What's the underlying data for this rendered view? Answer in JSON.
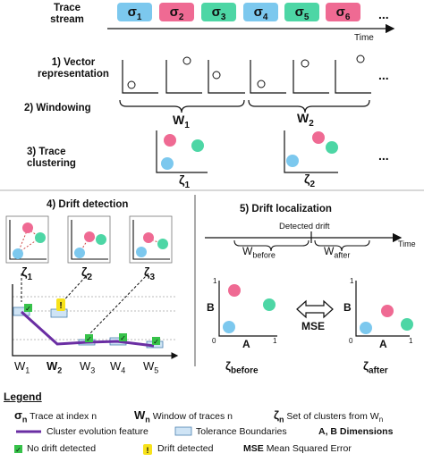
{
  "trace_stream": {
    "label_line1": "Trace",
    "label_line2": "stream",
    "tokens": [
      {
        "base": "σ",
        "sub": "1",
        "color": "#7cc8ee"
      },
      {
        "base": "σ",
        "sub": "2",
        "color": "#ef6a93"
      },
      {
        "base": "σ",
        "sub": "3",
        "color": "#4dd6a5"
      },
      {
        "base": "σ",
        "sub": "4",
        "color": "#7cc8ee"
      },
      {
        "base": "σ",
        "sub": "5",
        "color": "#4dd6a5"
      },
      {
        "base": "σ",
        "sub": "6",
        "color": "#ef6a93"
      }
    ],
    "ellipsis": "...",
    "time_label": "Time"
  },
  "step1": {
    "line1": "1) Vector",
    "line2": "representation",
    "ellipsis": "..."
  },
  "step2": {
    "label": "2) Windowing",
    "w1_base": "W",
    "w1_sub": "1",
    "w2_base": "W",
    "w2_sub": "2"
  },
  "step3": {
    "line1": "3) Trace",
    "line2": "clustering",
    "z1_base": "ζ",
    "z1_sub": "1",
    "z2_base": "ζ",
    "z2_sub": "2",
    "ellipsis": "..."
  },
  "step4": {
    "title": "4) Drift detection",
    "zetas": [
      {
        "base": "ζ",
        "sub": "1"
      },
      {
        "base": "ζ",
        "sub": "2"
      },
      {
        "base": "ζ",
        "sub": "3"
      }
    ],
    "x_labels": [
      {
        "base": "W",
        "sub": "1",
        "bold": false
      },
      {
        "base": "W",
        "sub": "2",
        "bold": true
      },
      {
        "base": "W",
        "sub": "3",
        "bold": false
      },
      {
        "base": "W",
        "sub": "4",
        "bold": false
      },
      {
        "base": "W",
        "sub": "5",
        "bold": false
      }
    ],
    "alert_mark": "!",
    "check_mark": "✓"
  },
  "step5": {
    "title": "5) Drift localization",
    "detected_label": "Detected drift",
    "time_label": "Time",
    "w_before_base": "W",
    "w_before_sub": "before",
    "w_after_base": "W",
    "w_after_sub": "after",
    "axis_b": "B",
    "axis_a": "A",
    "tick_1": "1",
    "tick_0": "0",
    "mse": "MSE",
    "z_before_base": "ζ",
    "z_before_sub": "before",
    "z_after_base": "ζ",
    "z_after_sub": "after"
  },
  "legend": {
    "title": "Legend",
    "sigma_base": "σ",
    "sigma_sub": "n",
    "sigma_text": "Trace at index n",
    "w_base": "W",
    "w_sub": "n",
    "w_text": "Window of traces n",
    "z_base": "ζ",
    "z_sub": "n",
    "z_text": "Set of clusters from W",
    "z_text_sub": "n",
    "cluster_text": "Cluster evolution feature",
    "tolerance_text": "Tolerance Boundaries",
    "ab_text": "A, B Dimensions",
    "check_text": "No drift detected",
    "alert_text": "Drift detected",
    "mse_key": "MSE",
    "mse_text": "Mean Squared Error"
  },
  "colors": {
    "blue": "#7cc8ee",
    "pink": "#ef6a93",
    "green": "#4dd6a5",
    "purple": "#6a2ea3",
    "yellow": "#f7e21b",
    "check_green": "#37c24a"
  }
}
